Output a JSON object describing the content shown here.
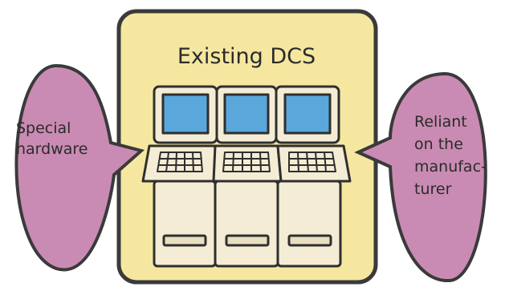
{
  "diagram": {
    "center_box": {
      "title": "Existing DCS",
      "fill": "#f6e7a0",
      "stroke": "#3a3a3a"
    },
    "left_bubble": {
      "lines": [
        "Special",
        "hardware"
      ],
      "fill": "#c98bb3",
      "stroke": "#3a3a3a"
    },
    "right_bubble": {
      "lines": [
        "Reliant",
        "on the",
        "manufac-",
        "turer"
      ],
      "fill": "#c98bb3",
      "stroke": "#3a3a3a"
    },
    "console": {
      "units": 3,
      "screen_color": "#5aa7dc",
      "body_color": "#f4ecd4",
      "outline": "#2f2f2f"
    }
  }
}
